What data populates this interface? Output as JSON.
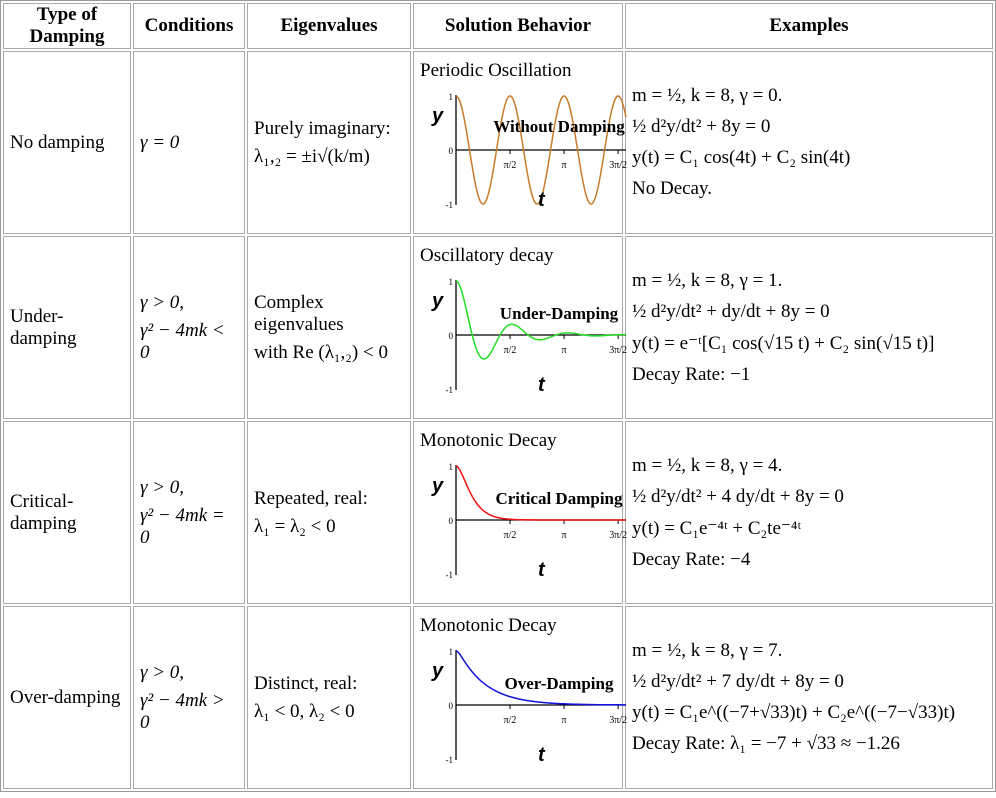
{
  "headers": [
    "Type of Damping",
    "Conditions",
    "Eigenvalues",
    "Solution Behavior",
    "Examples"
  ],
  "plot_labels": {
    "y": "y",
    "t": "t",
    "one": "1",
    "zero": "0",
    "neg_one": "-1",
    "pi_half": "π/2",
    "pi": "π",
    "three_pi_half": "3π/2"
  },
  "rows": [
    {
      "type": "No damping",
      "conditions": [
        "γ = 0"
      ],
      "eigen": [
        "Purely imaginary:",
        "λ₁,₂ = ±i√(k/m)"
      ],
      "behavior": "Periodic Oscillation",
      "plot_title": "Without Damping",
      "color": "#c87a2a",
      "curve": {
        "kind": "cos",
        "omega": 4
      },
      "examples": [
        "m = ½, k = 8, γ = 0.",
        "½ d²y/dt² + 8y = 0",
        "y(t) = C₁ cos(4t) + C₂ sin(4t)",
        "No Decay."
      ]
    },
    {
      "type": "Under-damping",
      "conditions": [
        "γ > 0,",
        "γ² − 4mk < 0"
      ],
      "eigen": [
        "Complex eigenvalues",
        "with Re (λ₁,₂) < 0"
      ],
      "behavior": "Oscillatory decay",
      "plot_title": "Under-Damping",
      "color": "#22dd22",
      "curve": {
        "kind": "under",
        "decay": 1,
        "omega": 3.873
      },
      "examples": [
        "m = ½, k = 8, γ = 1.",
        "½ d²y/dt² + dy/dt + 8y = 0",
        "y(t) = e⁻ᵗ[C₁ cos(√15 t) + C₂ sin(√15 t)]",
        "Decay Rate: −1"
      ]
    },
    {
      "type": "Critical-damping",
      "conditions": [
        "γ > 0,",
        "γ² − 4mk = 0"
      ],
      "eigen": [
        "Repeated, real:",
        "λ₁ = λ₂ < 0"
      ],
      "behavior": "Monotonic Decay",
      "plot_title": "Critical Damping",
      "color": "#ee1111",
      "curve": {
        "kind": "critical",
        "r": -4
      },
      "examples": [
        "m = ½, k = 8, γ = 4.",
        "½ d²y/dt² + 4 dy/dt + 8y = 0",
        "y(t) = C₁e⁻⁴ᵗ + C₂te⁻⁴ᵗ",
        "Decay Rate: −4"
      ]
    },
    {
      "type": "Over-damping",
      "conditions": [
        "γ > 0,",
        "γ² − 4mk > 0"
      ],
      "eigen": [
        "Distinct, real:",
        "λ₁ < 0, λ₂ < 0"
      ],
      "behavior": "Monotonic Decay",
      "plot_title": "Over-Damping",
      "color": "#1111dd",
      "curve": {
        "kind": "over",
        "r1": -1.2554,
        "r2": -12.7446
      },
      "examples": [
        "m = ½, k = 8, γ = 7.",
        "½ d²y/dt² + 7 dy/dt + 8y = 0",
        "y(t) = C₁e^((−7+√33)t) + C₂e^((−7−√33)t)",
        "Decay Rate: λ₁ = −7 + √33 ≈ −1.26"
      ]
    }
  ]
}
